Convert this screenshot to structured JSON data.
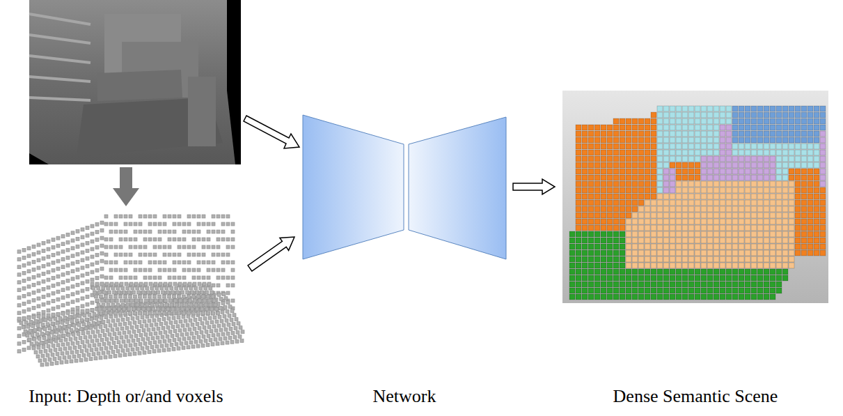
{
  "diagram": {
    "nodes": [
      {
        "text": [
          "Input: Depth or/and voxels"
        ]
      },
      {
        "text": [
          "Network"
        ]
      },
      {
        "text": [
          "Dense Semantic Scene"
        ]
      }
    ],
    "edges": [
      {
        "from": 0,
        "to": 1,
        "arrow": "to"
      },
      {
        "from": 1,
        "to": 2,
        "arrow": "to"
      }
    ]
  }
}
